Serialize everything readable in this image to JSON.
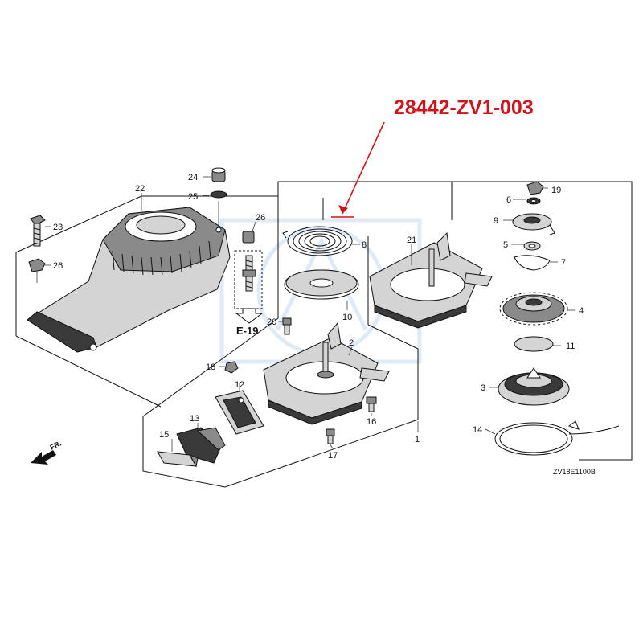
{
  "highlight": {
    "part_number": "28442-ZV1-003",
    "color": "#d0141c"
  },
  "callouts": {
    "c1": "1",
    "c2": "2",
    "c3": "3",
    "c4": "4",
    "c5": "5",
    "c6": "6",
    "c7": "7",
    "c8": "8",
    "c9": "9",
    "c10": "10",
    "c11": "11",
    "c12": "12",
    "c13": "13",
    "c14": "14",
    "c15": "15",
    "c16": "16",
    "c17": "17",
    "c18": "18",
    "c19": "19",
    "c20": "20",
    "c21": "21",
    "c22": "22",
    "c23": "23",
    "c24": "24",
    "c25": "25",
    "c26a": "26",
    "c26b": "26"
  },
  "reference": {
    "label": "E-19"
  },
  "direction": {
    "label": "FR."
  },
  "diagram_code": "ZV18E1100B"
}
